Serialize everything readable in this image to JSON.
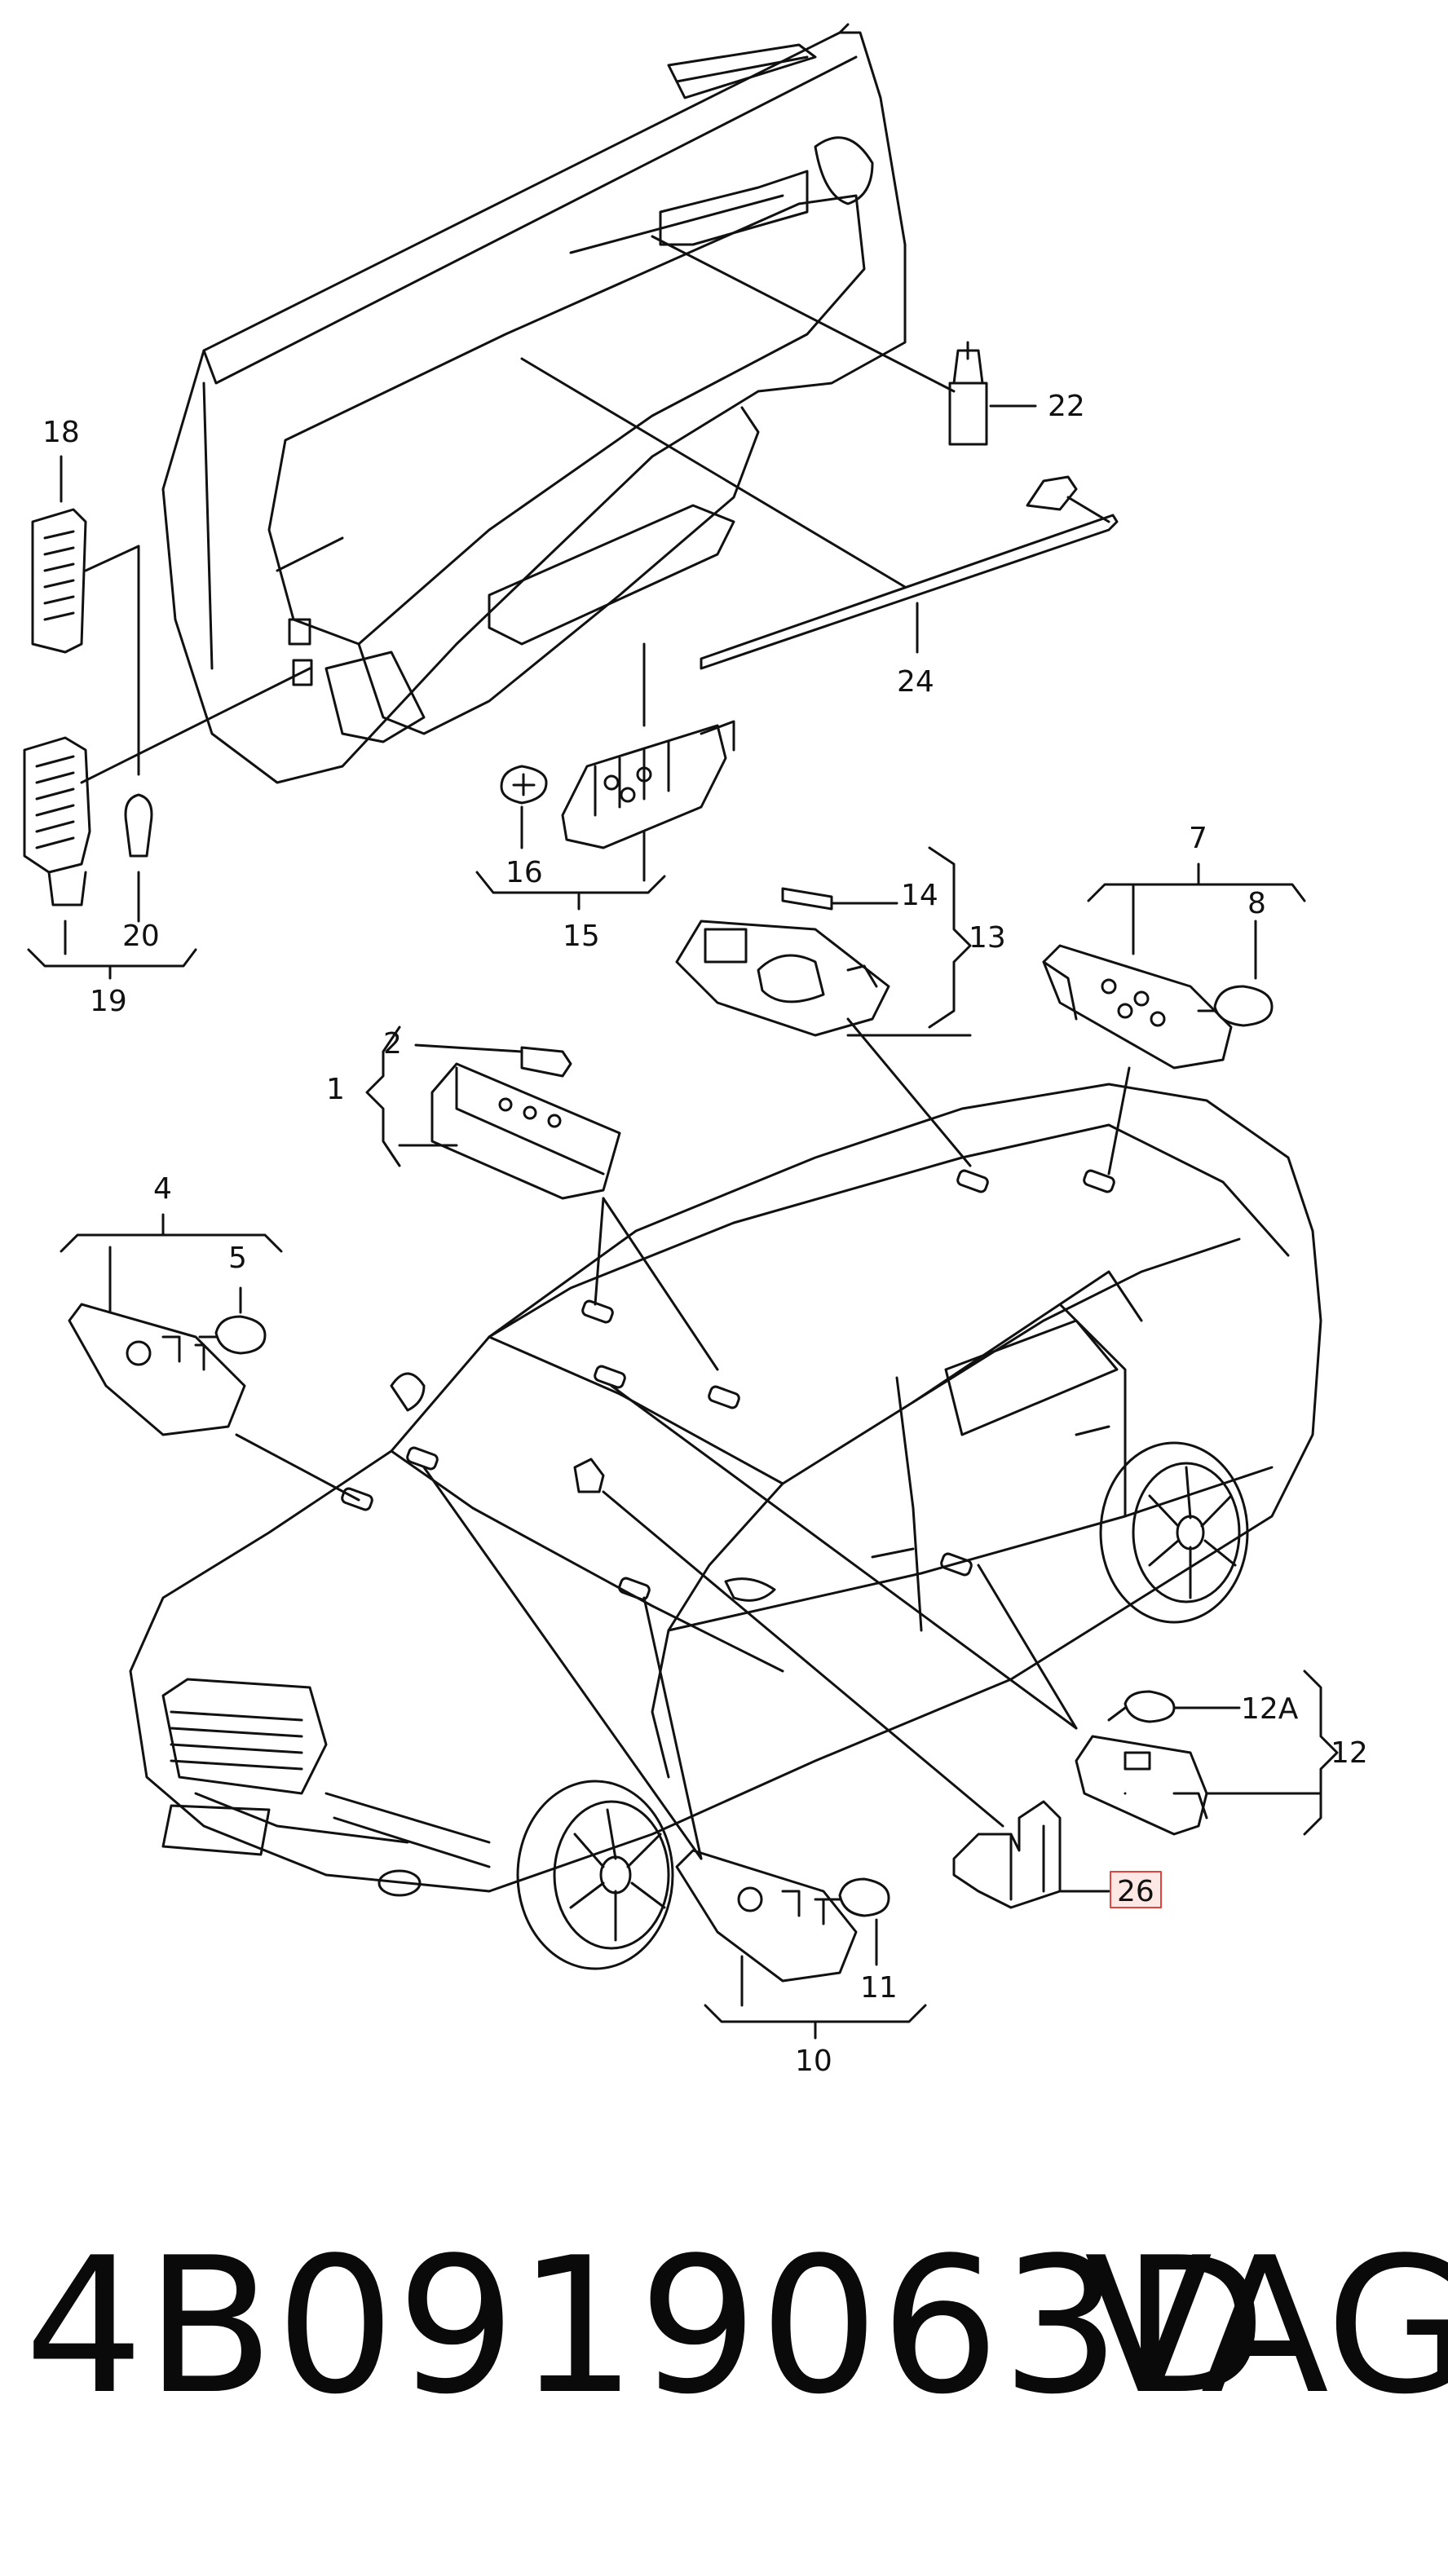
{
  "callouts": {
    "c1": "1",
    "c2": "2",
    "c4": "4",
    "c5": "5",
    "c7": "7",
    "c8": "8",
    "c10": "10",
    "c11": "11",
    "c12": "12",
    "c12a": "12A",
    "c13": "13",
    "c14": "14",
    "c15": "15",
    "c16": "16",
    "c18": "18",
    "c19": "19",
    "c20": "20",
    "c22": "22",
    "c24": "24",
    "c26": "26"
  },
  "highlight_color": "#e0443c",
  "footer": {
    "part_number": "4B0919063D",
    "brand": "VAG"
  }
}
